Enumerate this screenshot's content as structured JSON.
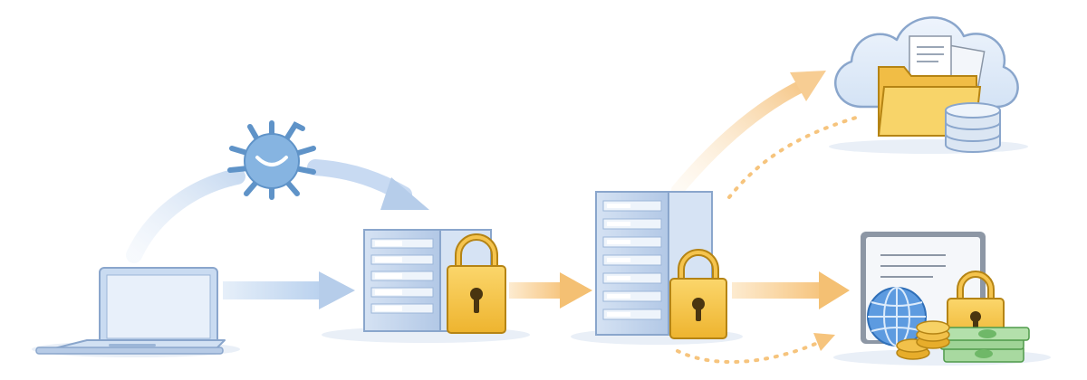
{
  "diagram": {
    "nodes": [
      {
        "id": "laptop",
        "icon": "laptop-icon"
      },
      {
        "id": "malware",
        "icon": "bug-icon"
      },
      {
        "id": "secured-server",
        "icon": "server-rack-icon",
        "badge": "padlock-icon"
      },
      {
        "id": "internal-server",
        "icon": "server-rack-icon",
        "badge": "padlock-icon"
      },
      {
        "id": "cloud-storage",
        "icon": "cloud-icon",
        "contents": [
          "document-icon",
          "folder-icon",
          "database-icon"
        ]
      },
      {
        "id": "financial-assets",
        "icon": "dashboard-window-icon",
        "contents": [
          "globe-icon",
          "padlock-icon",
          "coin-stack-icon",
          "cash-stack-icon"
        ]
      }
    ],
    "connections": [
      {
        "from": "laptop",
        "to": "secured-server",
        "style": "solid",
        "color": "blue"
      },
      {
        "from": "laptop",
        "to": "malware",
        "style": "faded",
        "color": "blue"
      },
      {
        "from": "malware",
        "to": "secured-server",
        "style": "solid",
        "color": "blue"
      },
      {
        "from": "secured-server",
        "to": "internal-server",
        "style": "solid",
        "color": "orange"
      },
      {
        "from": "internal-server",
        "to": "financial-assets",
        "style": "solid",
        "color": "orange"
      },
      {
        "from": "internal-server",
        "to": "cloud-storage",
        "style": "faded",
        "color": "orange"
      },
      {
        "from": "internal-server",
        "to": "cloud-storage",
        "style": "dotted",
        "color": "orange"
      },
      {
        "from": "internal-server",
        "to": "financial-assets",
        "style": "dotted",
        "color": "orange"
      }
    ],
    "colors": {
      "blue_arrow": "#c7daf2",
      "orange_arrow": "#f8d49f",
      "server_body": "#bcd0ea",
      "server_edge": "#8aa6cc",
      "lock_gold": "#f5c44e",
      "lock_edge": "#b58414",
      "bug": "#7fb0de",
      "cloud": "#dfeaf8",
      "folder": "#f7cd5c",
      "cash": "#8fcf8a"
    }
  }
}
